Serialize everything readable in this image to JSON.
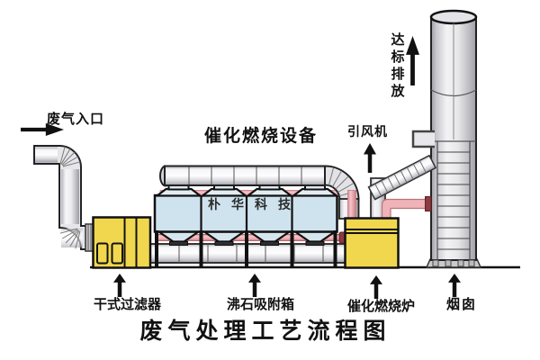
{
  "title": "废气处理工艺流程图",
  "flow_labels": {
    "inlet": "废气入口",
    "equipment": "催化燃烧设备",
    "fan": "引风机",
    "discharge": "达标排放"
  },
  "component_labels": {
    "filter": "干式过滤器",
    "adsorber": "沸石吸附箱",
    "furnace": "催化燃烧炉",
    "chimney": "烟囱"
  },
  "brand": "朴华科技",
  "colors": {
    "equipment_yellow": "#f1d74e",
    "adsorber_blue": "#cfe3ee",
    "pipe_pink": "#efb3b8",
    "flange_dark_red": "#8d3a40",
    "duct_gray": "#d9d9de",
    "outline_black": "#111111"
  }
}
